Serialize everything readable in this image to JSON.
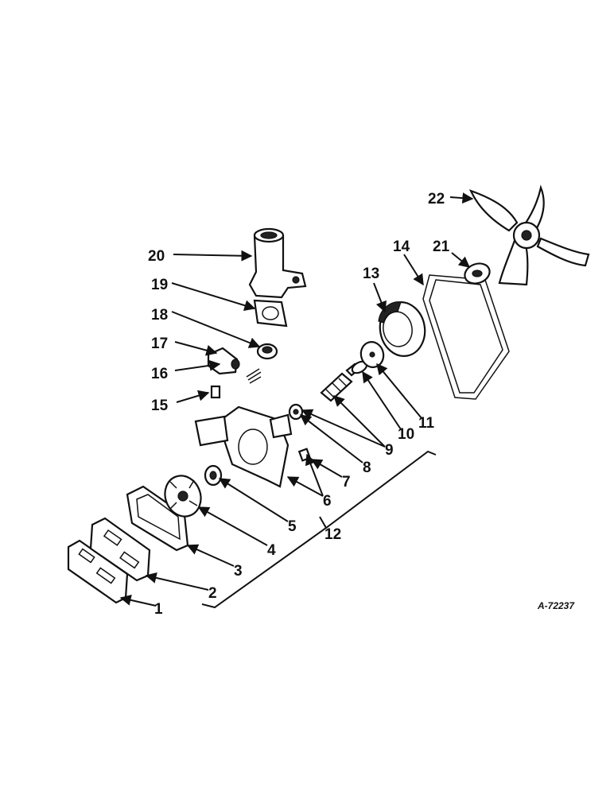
{
  "diagram": {
    "drawing_number": "A-72237",
    "callouts": [
      "1",
      "2",
      "3",
      "4",
      "5",
      "6",
      "7",
      "8",
      "9",
      "10",
      "11",
      "12",
      "13",
      "14",
      "15",
      "16",
      "17",
      "18",
      "19",
      "20",
      "21",
      "22"
    ]
  }
}
